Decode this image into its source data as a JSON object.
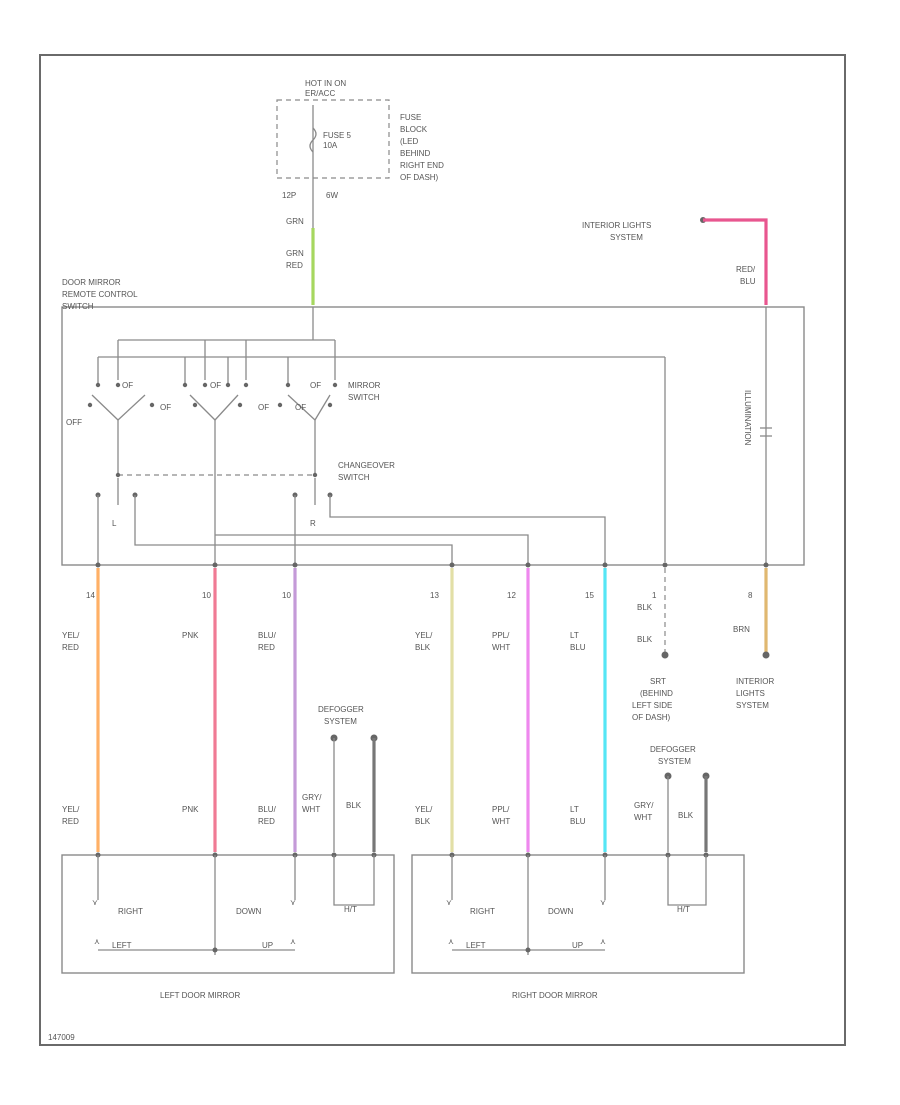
{
  "header": {
    "hot_in_on": [
      "HOT IN ON",
      "ER/ACC"
    ],
    "fuse": [
      "FUSE 5",
      "10A"
    ],
    "fuse_block": [
      "FUSE",
      "BLOCK",
      "(LED",
      "BEHIND",
      "RIGHT END",
      "OF DASH)"
    ],
    "conn_top": [
      "12P",
      "6W"
    ],
    "wire_top_grn": "GRN",
    "wire_top": [
      "GRN",
      "RED"
    ],
    "interior_lights_top": [
      "INTERIOR LIGHTS",
      "SYSTEM"
    ],
    "wire_red_blu": [
      "RED/",
      "BLU"
    ]
  },
  "switch": {
    "title": [
      "DOOR MIRROR",
      "REMOTE CONTROL",
      "SWITCH"
    ],
    "mirror_switch": [
      "MIRROR",
      "SWITCH"
    ],
    "changeover_switch": [
      "CHANGEOVER",
      "SWITCH"
    ],
    "off": "OFF",
    "contact_labels": [
      "OF",
      "OF",
      "OF",
      "OF",
      "OF",
      "OF"
    ],
    "l": "L",
    "r": "R",
    "illumination": "ILLUMINATION"
  },
  "pins": [
    "14",
    "10",
    "10",
    "13",
    "12",
    "15",
    "1",
    "8"
  ],
  "harness_wires": [
    {
      "id": "ylw-red",
      "label": [
        "YEL/",
        "RED"
      ],
      "color": "#ffb066"
    },
    {
      "id": "pnk",
      "label": [
        "PNK"
      ],
      "color": "#f07a94"
    },
    {
      "id": "blu-red",
      "label": [
        "BLU/",
        "RED"
      ],
      "color": "#c49ad8"
    },
    {
      "id": "yel-blk",
      "label": [
        "YEL/",
        "BLK"
      ],
      "color": "#e2dfa6"
    },
    {
      "id": "ppl-wht",
      "label": [
        "PPL/",
        "WHT"
      ],
      "color": "#ee88ee"
    },
    {
      "id": "lt-blu",
      "label": [
        "LT",
        "BLU"
      ],
      "color": "#55e6f5"
    },
    {
      "id": "blk-ground",
      "label": [
        "BLK"
      ],
      "color": "#666666"
    },
    {
      "id": "brn",
      "label": [
        "BRN"
      ],
      "color": "#e0b870"
    }
  ],
  "ground": {
    "wire_top": [
      "BLK"
    ],
    "label": [
      "SRT",
      "(BEHIND",
      "LEFT SIDE",
      "OF DASH)"
    ]
  },
  "interior_lights_bottom": [
    "INTERIOR",
    "LIGHTS",
    "SYSTEM"
  ],
  "defogger_left": [
    "DEFOGGER",
    "SYSTEM"
  ],
  "defogger_right": [
    "DEFOGGER",
    "SYSTEM"
  ],
  "defogger_wires": {
    "gry_wht": [
      "GRY/",
      "WHT"
    ],
    "blk": [
      "BLK"
    ]
  },
  "mirror_labels": {
    "right": "RIGHT",
    "left": "LEFT",
    "down": "DOWN",
    "up": "UP",
    "heater": "H/T"
  },
  "left_mirror": "LEFT DOOR MIRROR",
  "right_mirror": "RIGHT DOOR MIRROR",
  "figure_code": "147009"
}
